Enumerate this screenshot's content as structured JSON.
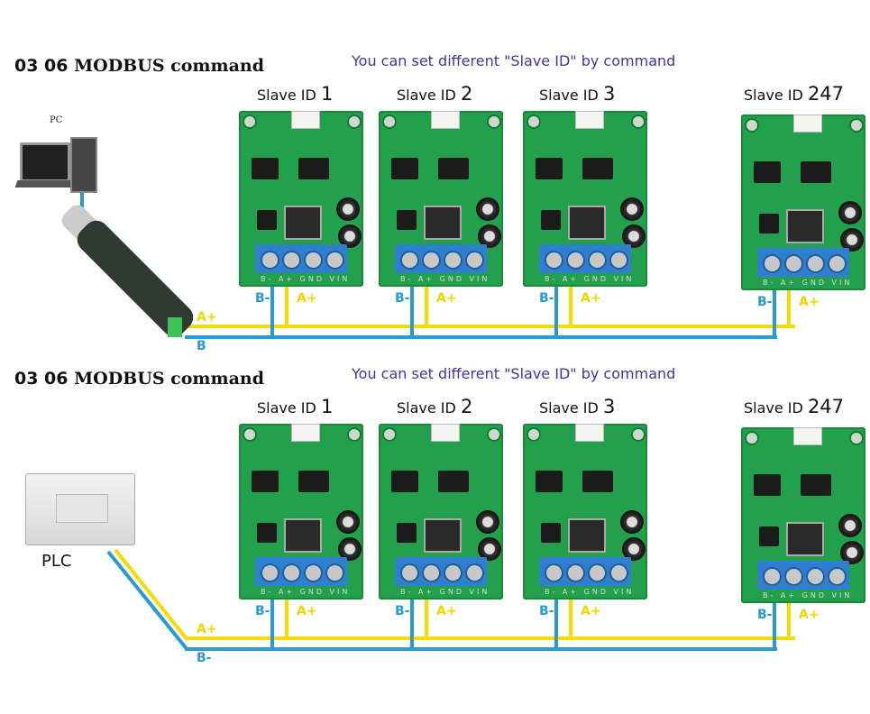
{
  "panels": [
    {
      "title_num": "03 06",
      "title_text": "MODBUS command",
      "subtitle": "You can set different \"Slave ID\" by command",
      "master": {
        "type": "PC with USB-RS485 adapter",
        "label": "PC"
      },
      "slaves": [
        {
          "prefix": "Slave ID",
          "id": "1"
        },
        {
          "prefix": "Slave ID",
          "id": "2"
        },
        {
          "prefix": "Slave ID",
          "id": "3"
        },
        {
          "prefix": "Slave ID",
          "id": "247"
        }
      ],
      "wire_labels": {
        "a": "A+",
        "b": "B-"
      },
      "bus_labels": {
        "a": "A+",
        "b": "B"
      }
    },
    {
      "title_num": "03 06",
      "title_text": "MODBUS command",
      "subtitle": "You can set different \"Slave ID\" by command",
      "master": {
        "type": "PLC",
        "label": "PLC"
      },
      "slaves": [
        {
          "prefix": "Slave ID",
          "id": "1"
        },
        {
          "prefix": "Slave ID",
          "id": "2"
        },
        {
          "prefix": "Slave ID",
          "id": "3"
        },
        {
          "prefix": "Slave ID",
          "id": "247"
        }
      ],
      "wire_labels": {
        "a": "A+",
        "b": "B-"
      },
      "bus_labels": {
        "a": "A+",
        "b": "B-"
      }
    }
  ],
  "board": {
    "terminal_pins": "B- A+ GND VIN"
  },
  "colors": {
    "wire_a": "#f5dc00",
    "wire_b": "#2a9ad4",
    "board": "#22a04c",
    "terminal": "#2f7fd0",
    "subtitle": "#3a3a9a"
  }
}
